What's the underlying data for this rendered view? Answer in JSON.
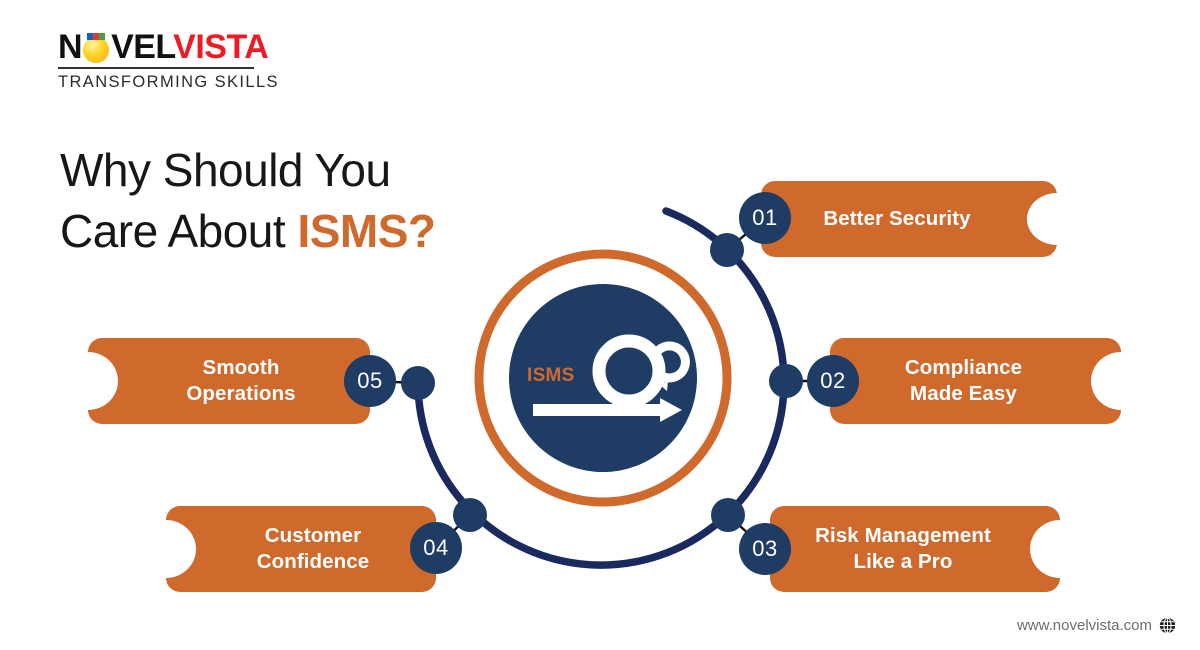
{
  "brand": {
    "logo_novel": "NOVEL",
    "logo_vista": "VISTA",
    "logo_o_letter": "O",
    "tagline": "TRANSFORMING SKILLS",
    "color_orange": "#D0692C",
    "color_navy": "#1E3C64",
    "color_arc_navy": "#1B2A5E",
    "color_red": "#ED1C24"
  },
  "heading": {
    "line1": "Why Should You",
    "line2_prefix": "Care About ",
    "line2_highlight": "ISMS?"
  },
  "center": {
    "label": "ISMS",
    "icon": "process-loop-arrow-icon"
  },
  "items": [
    {
      "number": "01",
      "label": "Better Security",
      "line1": "Better Security",
      "line2": "",
      "side": "right"
    },
    {
      "number": "02",
      "label": "Compliance Made Easy",
      "line1": "Compliance",
      "line2": "Made Easy",
      "side": "right"
    },
    {
      "number": "03",
      "label": "Risk Management Like a Pro",
      "line1": "Risk Management",
      "line2": "Like a Pro",
      "side": "right"
    },
    {
      "number": "04",
      "label": "Customer Confidence",
      "line1": "Customer",
      "line2": "Confidence",
      "side": "left"
    },
    {
      "number": "05",
      "label": "Smooth Operations",
      "line1": "Smooth",
      "line2": "Operations",
      "side": "left"
    }
  ],
  "footer": {
    "url": "www.novelvista.com",
    "icon": "globe-icon"
  }
}
